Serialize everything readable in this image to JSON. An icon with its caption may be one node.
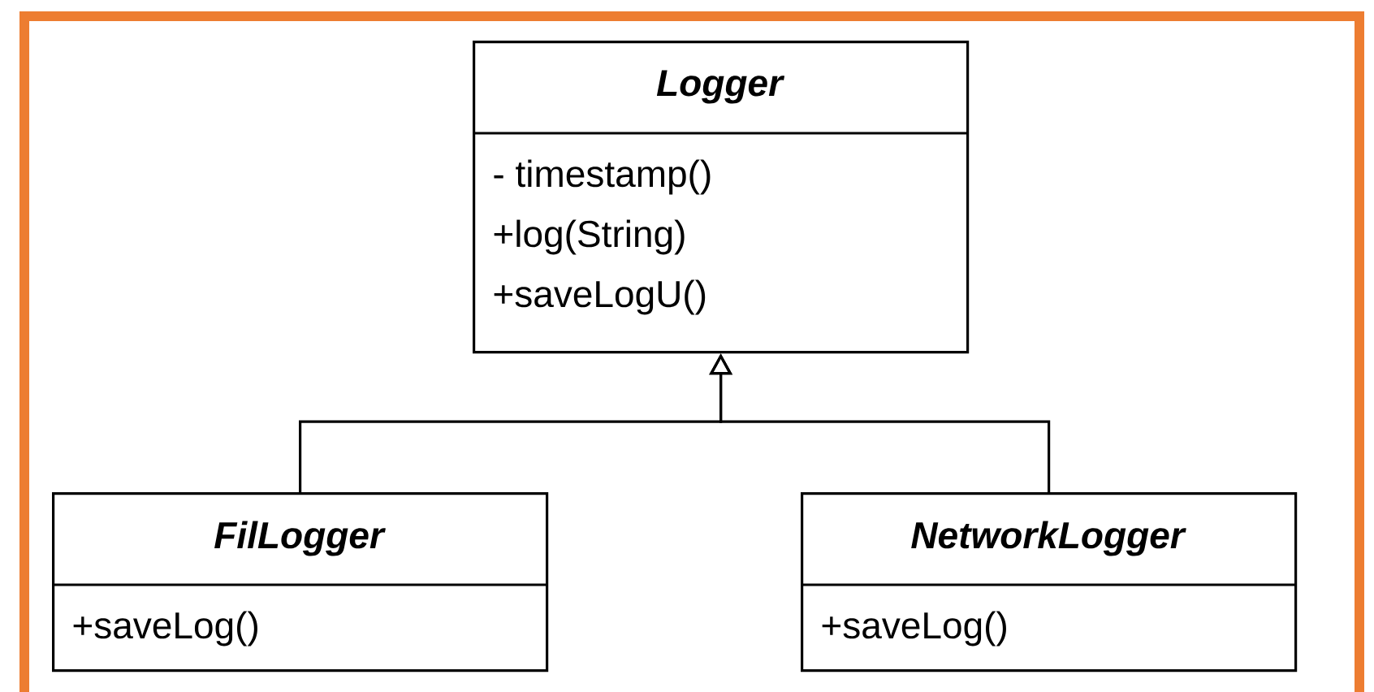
{
  "diagram": {
    "nodes": [
      {
        "text": [
          "Logger",
          "- timestamp()",
          "+log(String)",
          "+saveLogU()"
        ]
      },
      {
        "text": [
          "FilLogger",
          "+saveLog()"
        ]
      },
      {
        "text": [
          "NetworkLogger",
          "+saveLog()"
        ]
      }
    ],
    "edges": [
      {
        "from": 1,
        "to": 0,
        "arrow": "to"
      },
      {
        "from": 2,
        "to": 0,
        "arrow": "to"
      }
    ]
  }
}
